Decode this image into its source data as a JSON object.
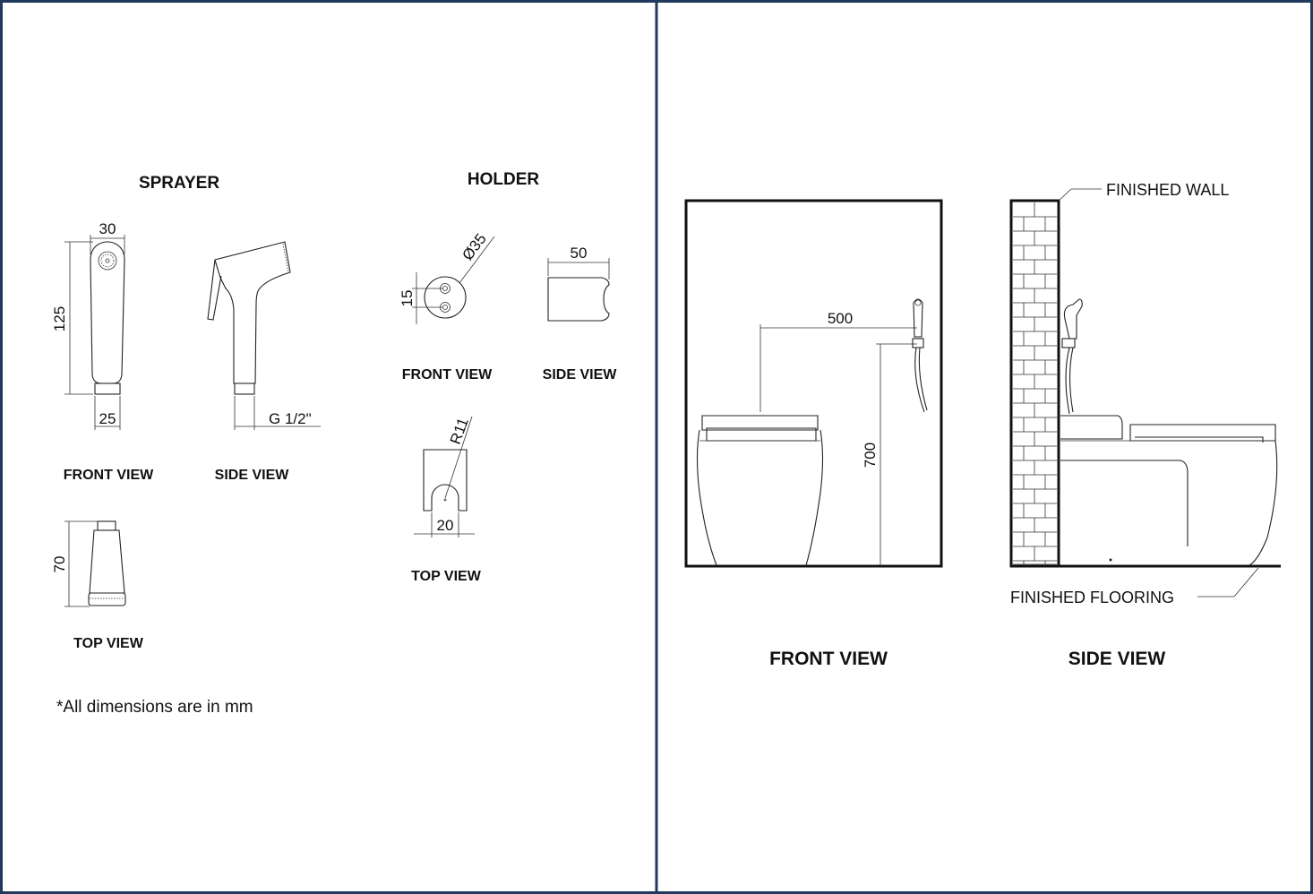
{
  "colors": {
    "frame": "#1f3a5c",
    "ink": "#222222"
  },
  "sprayer": {
    "title": "SPRAYER",
    "dim_width": "30",
    "dim_height": "125",
    "dim_base": "25",
    "dim_thread": "G 1/2\"",
    "dim_top": "70",
    "front_view": "FRONT VIEW",
    "side_view": "SIDE VIEW",
    "top_view": "TOP VIEW"
  },
  "holder": {
    "title": "HOLDER",
    "dim_diameter": "Ø35",
    "dim_hole": "15",
    "dim_side": "50",
    "dim_radius": "R11",
    "dim_slot": "20",
    "front_view": "FRONT VIEW",
    "side_view": "SIDE VIEW",
    "top_view": "TOP VIEW"
  },
  "note": "*All dimensions are in mm",
  "installation": {
    "dim_horizontal": "500",
    "dim_vertical": "700",
    "finished_wall": "FINISHED WALL",
    "finished_flooring": "FINISHED FLOORING",
    "front_view": "FRONT VIEW",
    "side_view": "SIDE VIEW"
  }
}
